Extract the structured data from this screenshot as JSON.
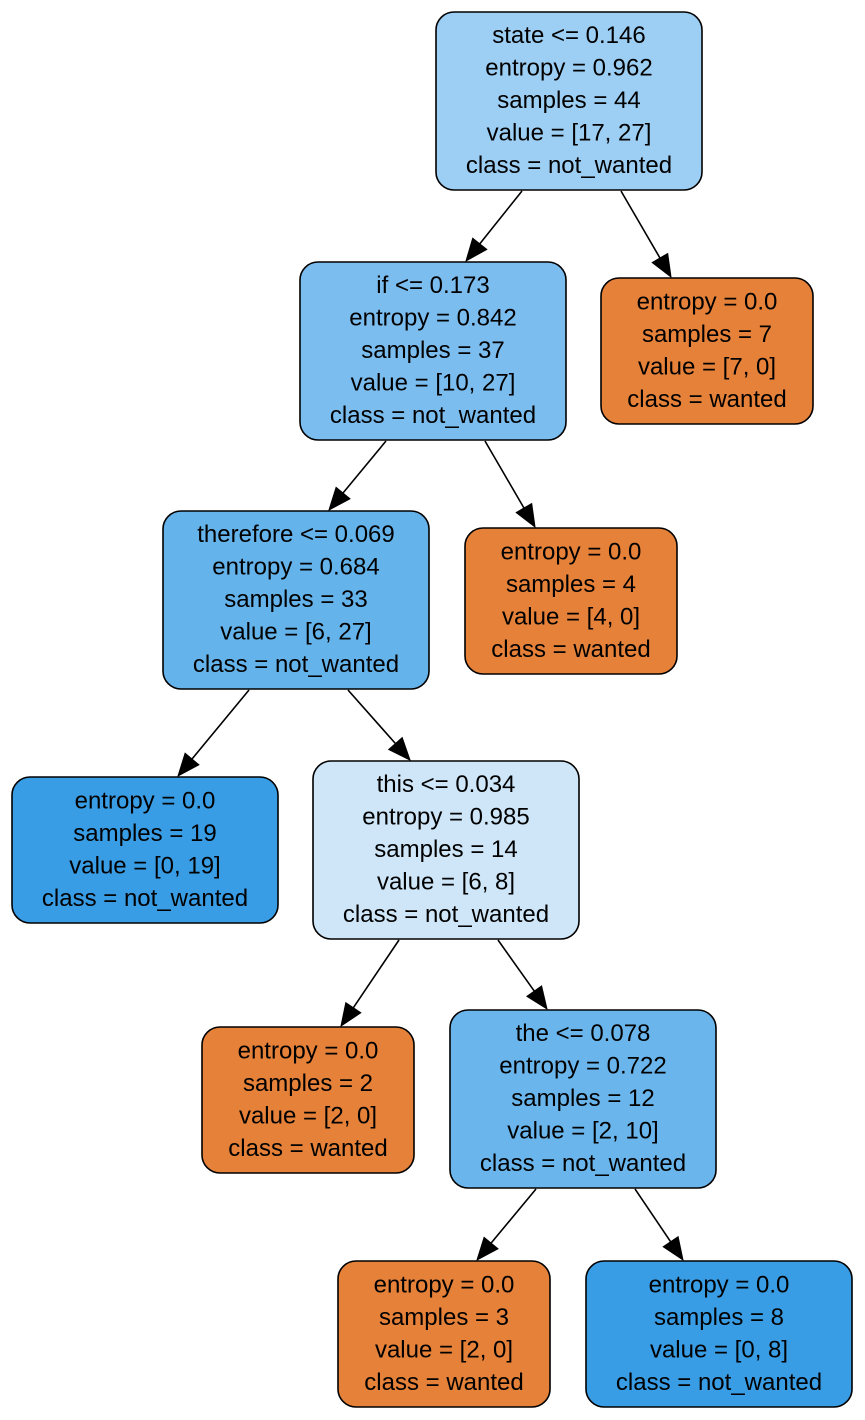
{
  "tree": {
    "nodes": [
      {
        "id": "n0",
        "lines": [
          "state <= 0.146",
          "entropy = 0.962",
          "samples = 44",
          "value = [17, 27]",
          "class = not_wanted"
        ],
        "fill": "#9dcef3"
      },
      {
        "id": "n1",
        "lines": [
          "if <= 0.173",
          "entropy = 0.842",
          "samples = 37",
          "value = [10, 27]",
          "class = not_wanted"
        ],
        "fill": "#7cbdef"
      },
      {
        "id": "n2",
        "lines": [
          "entropy = 0.0",
          "samples = 7",
          "value = [7, 0]",
          "class = wanted"
        ],
        "fill": "#e58139"
      },
      {
        "id": "n3",
        "lines": [
          "therefore <= 0.069",
          "entropy = 0.684",
          "samples = 33",
          "value = [6, 27]",
          "class = not_wanted"
        ],
        "fill": "#65b3eb"
      },
      {
        "id": "n4",
        "lines": [
          "entropy = 0.0",
          "samples = 4",
          "value = [4, 0]",
          "class = wanted"
        ],
        "fill": "#e58139"
      },
      {
        "id": "n5",
        "lines": [
          "entropy = 0.0",
          "samples = 19",
          "value = [0, 19]",
          "class = not_wanted"
        ],
        "fill": "#399de5"
      },
      {
        "id": "n6",
        "lines": [
          "this <= 0.034",
          "entropy = 0.985",
          "samples = 14",
          "value = [6, 8]",
          "class = not_wanted"
        ],
        "fill": "#cee6f8"
      },
      {
        "id": "n7",
        "lines": [
          "entropy = 0.0",
          "samples = 2",
          "value = [2, 0]",
          "class = wanted"
        ],
        "fill": "#e58139"
      },
      {
        "id": "n8",
        "lines": [
          "the <= 0.078",
          "entropy = 0.722",
          "samples = 12",
          "value = [2, 10]",
          "class = not_wanted"
        ],
        "fill": "#6ab6ec"
      },
      {
        "id": "n9",
        "lines": [
          "entropy = 0.0",
          "samples = 3",
          "value = [2, 0]",
          "class = wanted"
        ],
        "fill": "#e58139"
      },
      {
        "id": "n10",
        "lines": [
          "entropy = 0.0",
          "samples = 8",
          "value = [0, 8]",
          "class = not_wanted"
        ],
        "fill": "#399de5"
      }
    ],
    "edges": [
      {
        "from": "n0",
        "to": "n1"
      },
      {
        "from": "n0",
        "to": "n2"
      },
      {
        "from": "n1",
        "to": "n3"
      },
      {
        "from": "n1",
        "to": "n4"
      },
      {
        "from": "n3",
        "to": "n5"
      },
      {
        "from": "n3",
        "to": "n6"
      },
      {
        "from": "n6",
        "to": "n7"
      },
      {
        "from": "n6",
        "to": "n8"
      },
      {
        "from": "n8",
        "to": "n9"
      },
      {
        "from": "n8",
        "to": "n10"
      }
    ]
  }
}
